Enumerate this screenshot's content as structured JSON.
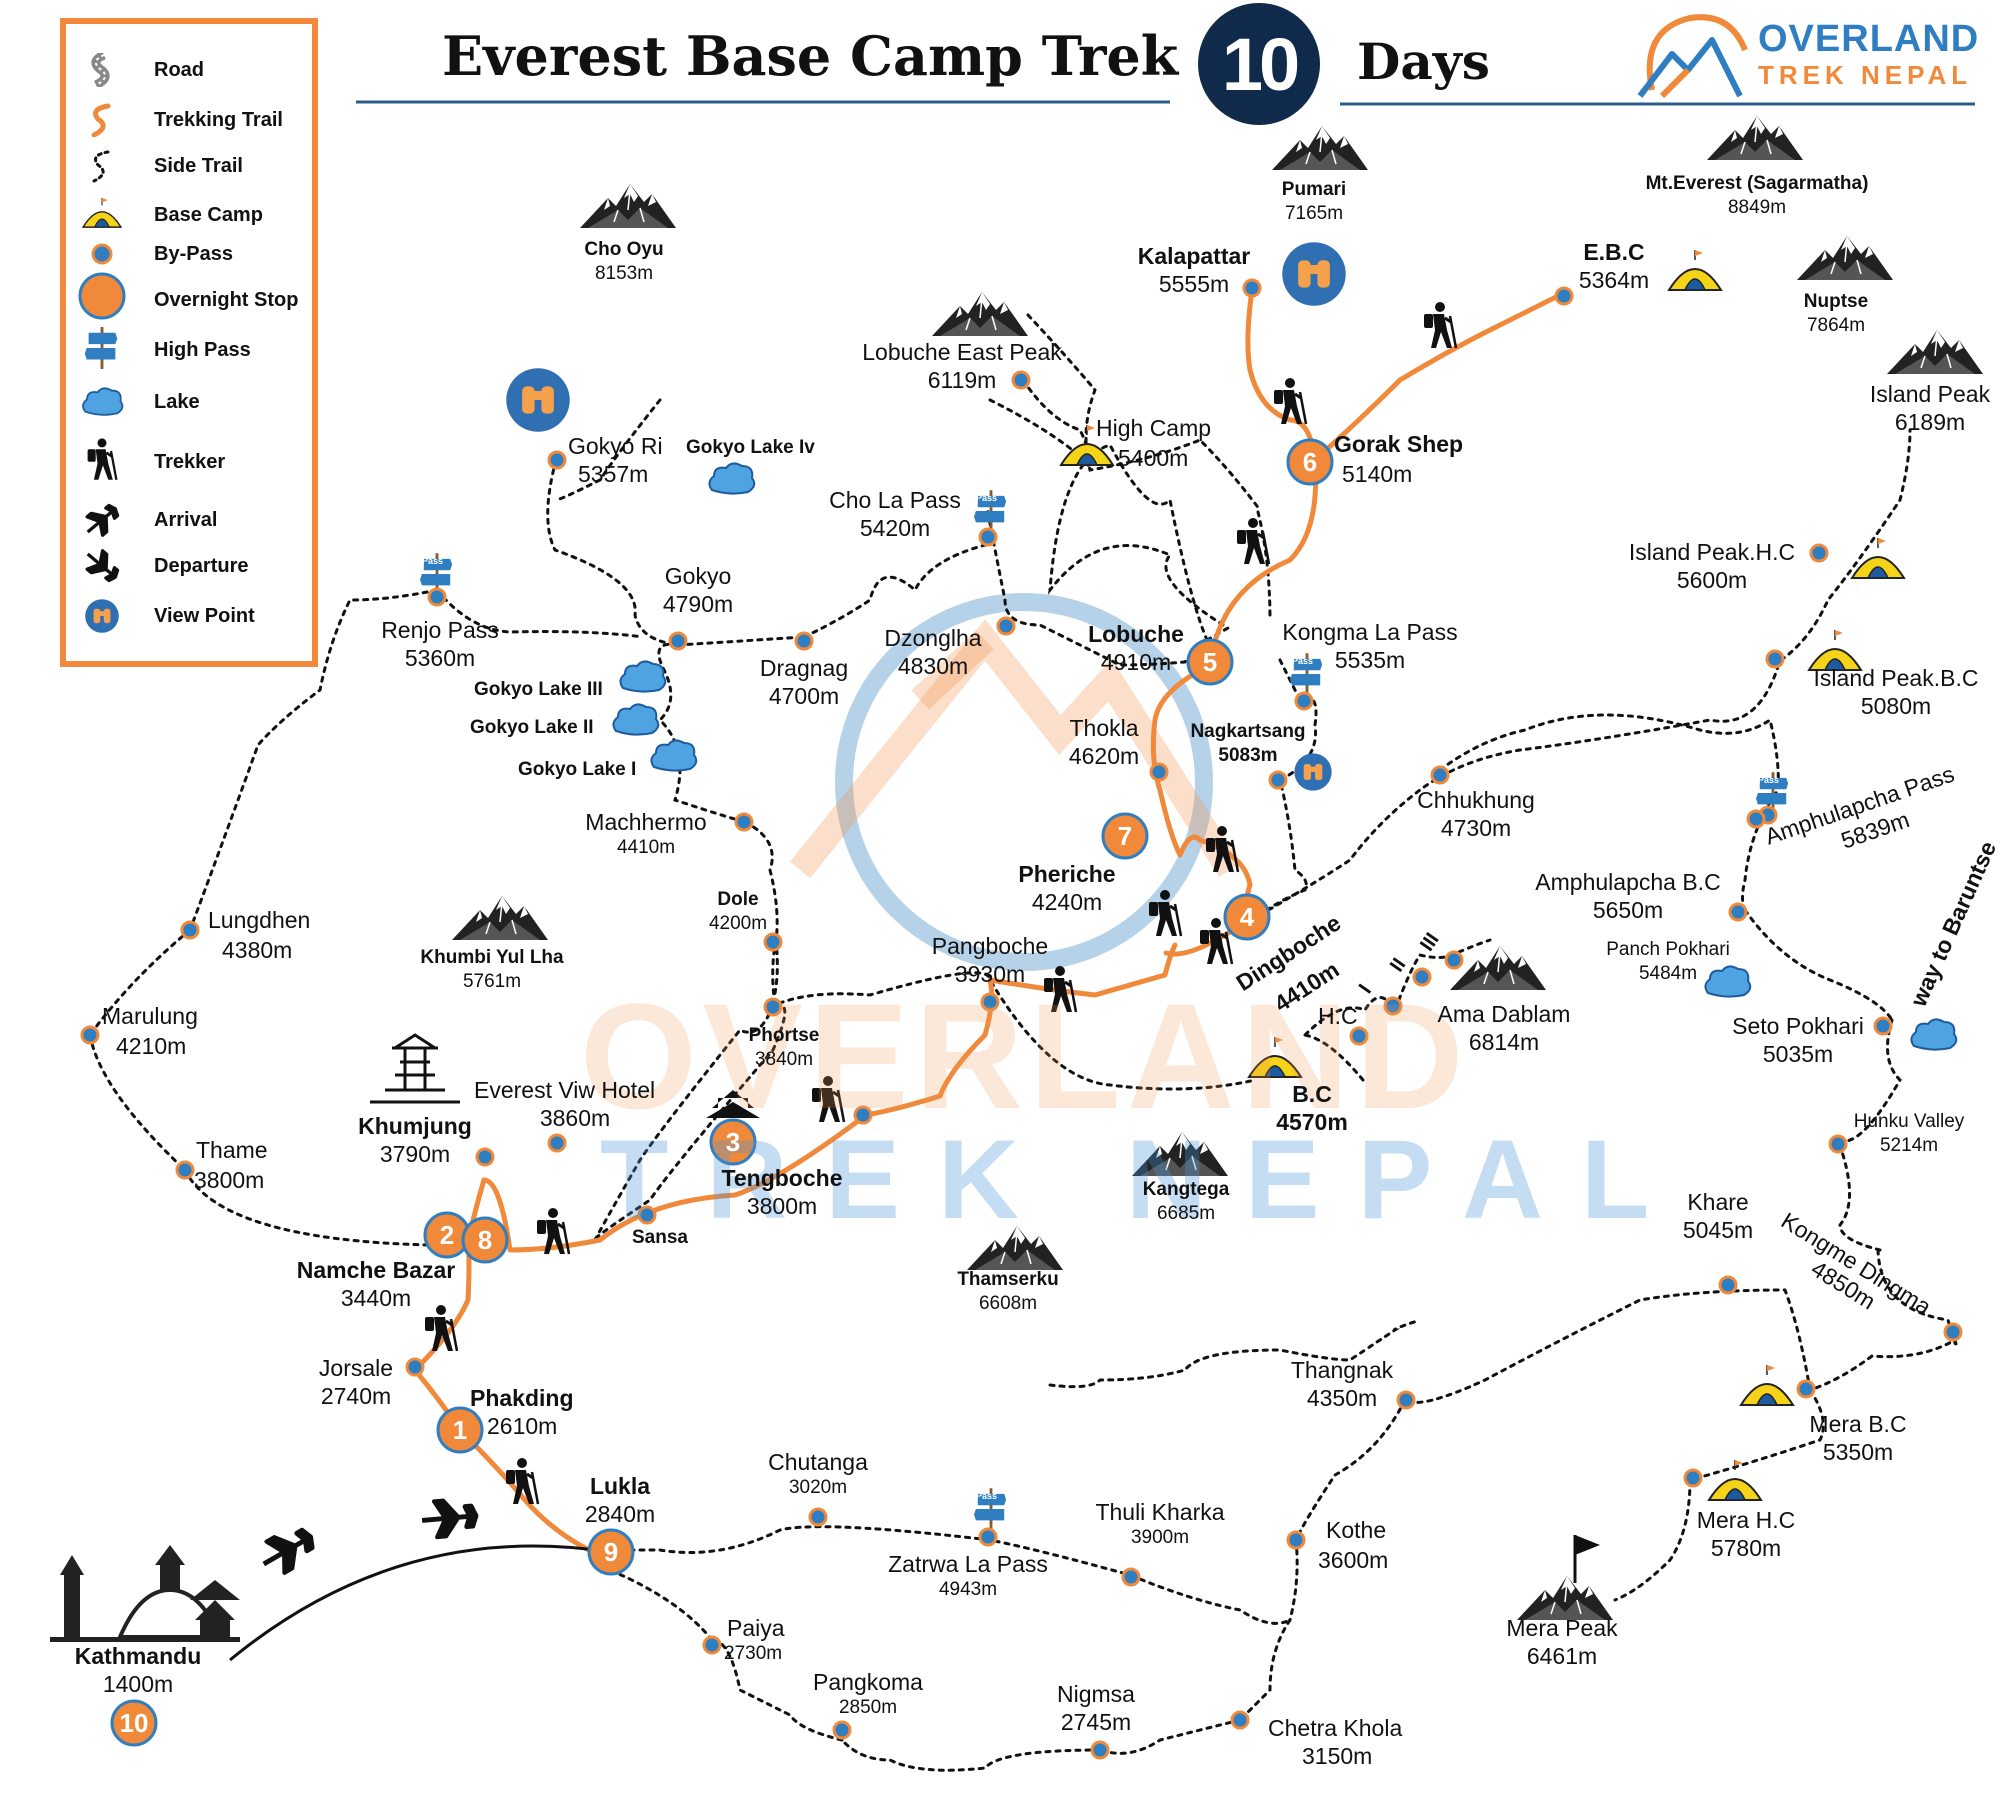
{
  "header": {
    "title": "Everest Base Camp Trek",
    "day_count": "10",
    "days_label": "Days",
    "brand_line1": "OVERLAND",
    "brand_line2": "TREK NEPAL"
  },
  "legend": [
    {
      "icon": "road-icon",
      "label": "Road"
    },
    {
      "icon": "trekking-trail-icon",
      "label": "Trekking Trail"
    },
    {
      "icon": "side-trail-icon",
      "label": "Side Trail"
    },
    {
      "icon": "base-camp-icon",
      "label": "Base  Camp"
    },
    {
      "icon": "by-pass-icon",
      "label": "By-Pass"
    },
    {
      "icon": "overnight-stop-icon",
      "label": "Overnight Stop"
    },
    {
      "icon": "high-pass-icon",
      "label": "High Pass"
    },
    {
      "icon": "lake-icon",
      "label": "Lake"
    },
    {
      "icon": "trekker-icon",
      "label": "Trekker"
    },
    {
      "icon": "arrival-icon",
      "label": "Arrival"
    },
    {
      "icon": "departure-icon",
      "label": "Departure"
    },
    {
      "icon": "view-point-icon",
      "label": "View Point"
    }
  ],
  "pass_sign": "Pass",
  "watermark": {
    "line1": "OVERLAND",
    "line2": "TREK NEPAL"
  },
  "colors": {
    "trail": "#f0893a",
    "by_pass": "#2f7ec1",
    "header_circle": "#0f2a4a",
    "legend_border": "#f2893b"
  },
  "peaks": [
    {
      "name": "Cho Oyu",
      "elev": "8153m"
    },
    {
      "name": "Pumari",
      "elev": "7165m"
    },
    {
      "name": "Mt.Everest (Sagarmatha)",
      "elev": "8849m"
    },
    {
      "name": "Lobuche East Peak",
      "elev": "6119m"
    },
    {
      "name": "Nuptse",
      "elev": "7864m"
    },
    {
      "name": "Island Peak",
      "elev": "6189m"
    },
    {
      "name": "Khumbi Yul Lha",
      "elev": "5761m"
    },
    {
      "name": "Ama Dablam",
      "elev": "6814m"
    },
    {
      "name": "Kangtega",
      "elev": "6685m"
    },
    {
      "name": "Thamserku",
      "elev": "6608m"
    },
    {
      "name": "Mera Peak",
      "elev": "6461m"
    }
  ],
  "overnight_stops": [
    "1",
    "2",
    "3",
    "4",
    "5",
    "6",
    "7",
    "8",
    "9",
    "10"
  ],
  "camp_markers": [
    "I",
    "II",
    "III"
  ],
  "places": [
    {
      "name": "Kalapattar",
      "elev": "5555m"
    },
    {
      "name": "E.B.C",
      "elev": "5364m"
    },
    {
      "name": "Gorak Shep",
      "elev": "5140m"
    },
    {
      "name": "High Camp",
      "elev": "5400m"
    },
    {
      "name": "Gokyo Ri",
      "elev": "5357m"
    },
    {
      "name": "Gokyo Lake Iv",
      "elev": ""
    },
    {
      "name": "Cho La Pass",
      "elev": "5420m"
    },
    {
      "name": "Gokyo",
      "elev": "4790m"
    },
    {
      "name": "Renjo Pass",
      "elev": "5360m"
    },
    {
      "name": "Dzonglha",
      "elev": "4830m"
    },
    {
      "name": "Dragnag",
      "elev": "4700m"
    },
    {
      "name": "Lobuche",
      "elev": "4910m"
    },
    {
      "name": "Kongma La Pass",
      "elev": "5535m"
    },
    {
      "name": "Island Peak.H.C",
      "elev": "5600m"
    },
    {
      "name": "Island Peak.B.C",
      "elev": "5080m"
    },
    {
      "name": "Gokyo Lake  III",
      "elev": ""
    },
    {
      "name": "Gokyo Lake  II",
      "elev": ""
    },
    {
      "name": "Gokyo Lake I",
      "elev": ""
    },
    {
      "name": "Thokla",
      "elev": "4620m"
    },
    {
      "name": "Nagkartsang",
      "elev": "5083m"
    },
    {
      "name": "Chhukhung",
      "elev": "4730m"
    },
    {
      "name": "Amphulapcha Pass",
      "elev": "5839m"
    },
    {
      "name": "Machhermo",
      "elev": "4410m"
    },
    {
      "name": "Pheriche",
      "elev": "4240m"
    },
    {
      "name": "Amphulapcha B.C",
      "elev": "5650m"
    },
    {
      "name": "way to Baruntse",
      "elev": ""
    },
    {
      "name": "Lungdhen",
      "elev": "4380m"
    },
    {
      "name": "Dole",
      "elev": "4200m"
    },
    {
      "name": "Pangboche",
      "elev": "3930m"
    },
    {
      "name": "Dingboche",
      "elev": "4410m"
    },
    {
      "name": "Panch Pokhari",
      "elev": "5484m"
    },
    {
      "name": "Marulung",
      "elev": "4210m"
    },
    {
      "name": "H.C",
      "elev": ""
    },
    {
      "name": "Seto Pokhari",
      "elev": "5035m"
    },
    {
      "name": "Phortse",
      "elev": "3840m"
    },
    {
      "name": "B.C",
      "elev": "4570m"
    },
    {
      "name": "Everest Viw Hotel",
      "elev": "3860m"
    },
    {
      "name": "Khumjung",
      "elev": "3790m"
    },
    {
      "name": "Hunku Valley",
      "elev": "5214m"
    },
    {
      "name": "Thame",
      "elev": "3800m"
    },
    {
      "name": "Tengboche",
      "elev": "3800m"
    },
    {
      "name": "Sansa",
      "elev": ""
    },
    {
      "name": "Khare",
      "elev": "5045m"
    },
    {
      "name": "Kongme Dingma",
      "elev": "4850m"
    },
    {
      "name": "Namche Bazar",
      "elev": "3440m"
    },
    {
      "name": "Thangnak",
      "elev": "4350m"
    },
    {
      "name": "Jorsale",
      "elev": "2740m"
    },
    {
      "name": "Phakding",
      "elev": "2610m"
    },
    {
      "name": "Mera B.C",
      "elev": "5350m"
    },
    {
      "name": "Chutanga",
      "elev": "3020m"
    },
    {
      "name": "Lukla",
      "elev": "2840m"
    },
    {
      "name": "Thuli Kharka",
      "elev": "3900m"
    },
    {
      "name": "Mera H.C",
      "elev": "5780m"
    },
    {
      "name": "Kothe",
      "elev": "3600m"
    },
    {
      "name": "Zatrwa La Pass",
      "elev": "4943m"
    },
    {
      "name": "Paiya",
      "elev": "2730m"
    },
    {
      "name": "Kathmandu",
      "elev": "1400m"
    },
    {
      "name": "Pangkoma",
      "elev": "2850m"
    },
    {
      "name": "Nigmsa",
      "elev": "2745m"
    },
    {
      "name": "Chetra Khola",
      "elev": "3150m"
    }
  ]
}
